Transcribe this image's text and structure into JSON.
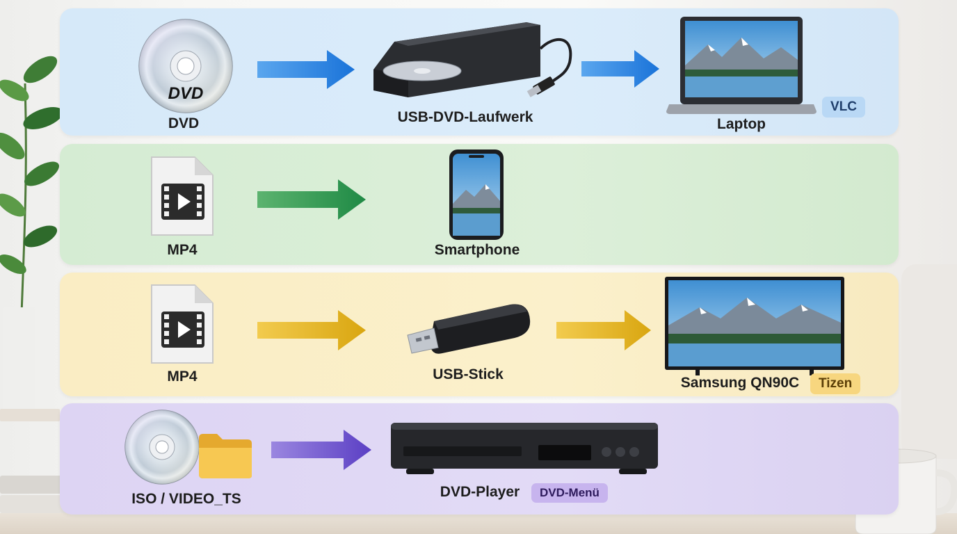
{
  "rows": [
    {
      "source_label": "DVD",
      "disc_text": "DVD",
      "middle_label": "USB-DVD-Laufwerk",
      "target_label": "Laptop",
      "target_badge": "VLC"
    },
    {
      "source_label": "MP4",
      "target_label": "Smartphone"
    },
    {
      "source_label": "MP4",
      "middle_label": "USB-Stick",
      "target_label": "Samsung QN90C",
      "target_badge": "Tizen"
    },
    {
      "source_label": "ISO / VIDEO_TS",
      "target_label": "DVD-Player",
      "target_badge": "DVD-Menü"
    }
  ],
  "colors": {
    "row1_arrow": "#1a73d9",
    "row2_arrow": "#1f8a45",
    "row3_arrow": "#d9a610",
    "row4_arrow": "#5b3fc4"
  },
  "icons": [
    "dvd-disc-icon",
    "usb-dvd-drive-icon",
    "laptop-icon",
    "video-file-icon",
    "smartphone-icon",
    "usb-stick-icon",
    "tv-icon",
    "folder-icon",
    "dvd-player-icon",
    "arrow-right-icon"
  ]
}
